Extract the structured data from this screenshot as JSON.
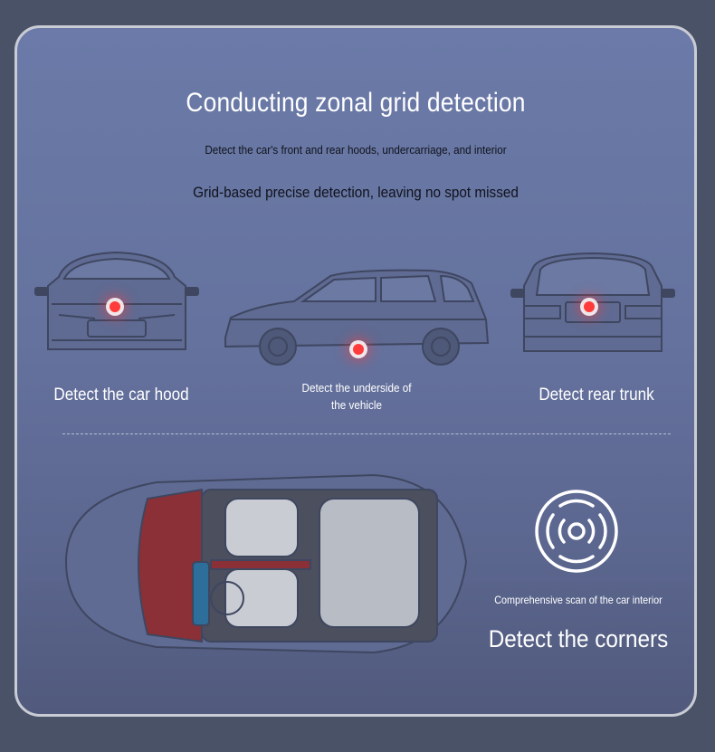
{
  "header": {
    "title": "Conducting zonal grid detection",
    "subtitle": "Detect the car's front and rear hoods, undercarriage, and interior",
    "tagline": "Grid-based precise detection, leaving no spot missed"
  },
  "zones": {
    "front": {
      "label": "Detect the car hood"
    },
    "underside": {
      "line1": "Detect the underside of",
      "line2": "the vehicle"
    },
    "rear": {
      "label": "Detect rear trunk"
    }
  },
  "interior": {
    "scan_label": "Comprehensive scan of the car interior",
    "corners_label": "Detect the corners"
  },
  "colors": {
    "accent_dot": "#ff3b3b",
    "panel_top": "#6b7aa8",
    "panel_bottom": "#515a7c",
    "text_dark": "#10131c",
    "text_light": "#ffffff"
  },
  "icons": [
    "sensor-scan-icon"
  ]
}
